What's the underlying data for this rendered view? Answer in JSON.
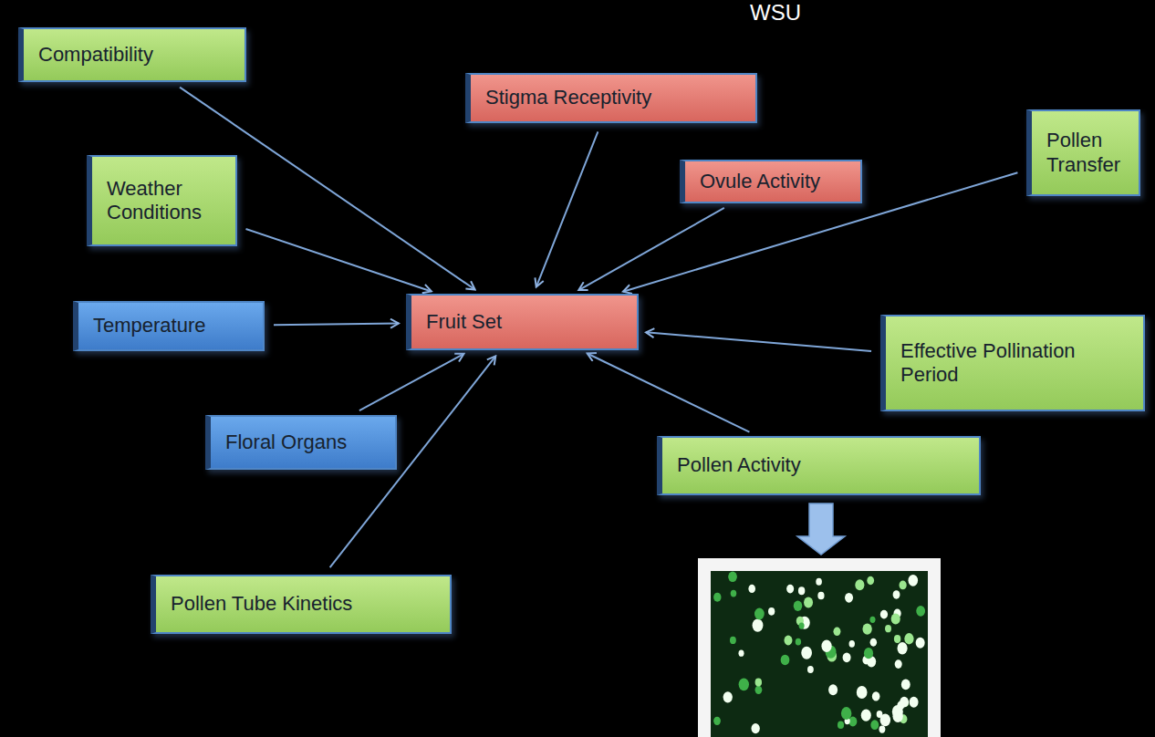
{
  "diagram": {
    "nodes": [
      {
        "text": [
          "Compatibility"
        ]
      },
      {
        "text": [
          "Stigma Receptivity"
        ]
      },
      {
        "text": [
          "Pollen Transfer"
        ]
      },
      {
        "text": [
          "Weather Conditions"
        ]
      },
      {
        "text": [
          "Ovule Activity"
        ]
      },
      {
        "text": [
          "Temperature"
        ]
      },
      {
        "text": [
          "Fruit Set"
        ]
      },
      {
        "text": [
          "Effective Pollination Period"
        ]
      },
      {
        "text": [
          "Floral Organs"
        ]
      },
      {
        "text": [
          "Pollen Activity"
        ]
      },
      {
        "text": [
          "Pollen Tube Kinetics"
        ]
      }
    ],
    "edges": [
      {
        "from": 0,
        "to": 6,
        "arrow": "to"
      },
      {
        "from": 3,
        "to": 6,
        "arrow": "to"
      },
      {
        "from": 5,
        "to": 6,
        "arrow": "to"
      },
      {
        "from": 8,
        "to": 6,
        "arrow": "to"
      },
      {
        "from": 10,
        "to": 6,
        "arrow": "to"
      },
      {
        "from": 9,
        "to": 6,
        "arrow": "to"
      },
      {
        "from": 7,
        "to": 6,
        "arrow": "to"
      },
      {
        "from": 2,
        "to": 6,
        "arrow": "to"
      },
      {
        "from": 4,
        "to": 6,
        "arrow": "to"
      },
      {
        "from": 1,
        "to": 6,
        "arrow": "to"
      }
    ],
    "labels": [
      "WSU"
    ]
  }
}
